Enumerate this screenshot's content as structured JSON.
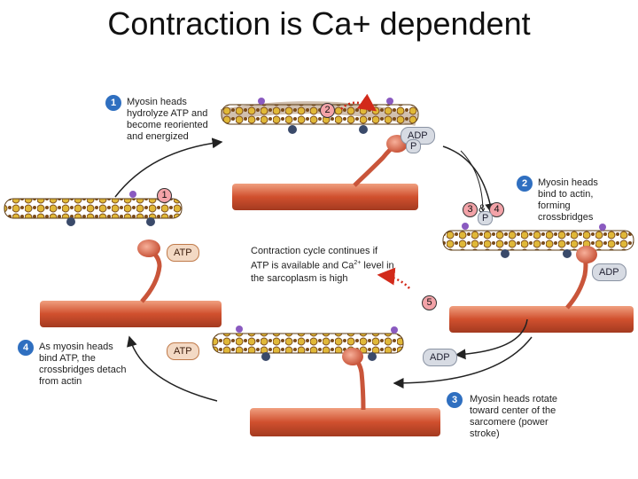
{
  "title": "Contraction is Ca+ dependent",
  "steps": [
    {
      "num": "1",
      "text": "Myosin heads\nhydrolyze ATP and\nbecome reoriented\nand energized"
    },
    {
      "num": "2",
      "text": "Myosin heads\nbind to actin,\nforming\ncrossbridges"
    },
    {
      "num": "3",
      "text": "Myosin heads rotate\ntoward center of the\nsarcomere (power\nstroke)"
    },
    {
      "num": "4",
      "text": "As myosin heads\nbind ATP, the\ncrossbridges detach\nfrom actin"
    }
  ],
  "center_note": {
    "line1": "Contraction cycle continues if",
    "line2_pre": "ATP is available and Ca",
    "line2_sup": "2+",
    "line2_post": " level in",
    "line3": "the sarcoplasm is high"
  },
  "markers": {
    "m1": "1",
    "m2": "2",
    "m3": "3",
    "amp": "&",
    "m4": "4",
    "m5": "5"
  },
  "molecules": {
    "adp_top": "ADP",
    "p_top": "P",
    "p_right": "P",
    "adp_right": "ADP",
    "adp_bottom": "ADP",
    "atp_left": "ATP",
    "atp_bottom": "ATP"
  },
  "colors": {
    "step_circle": "#2f6fc0",
    "marker_fill": "#f3a3a8",
    "myosin_filament": "#c8a23a",
    "actin_bead": "#7a4a1a",
    "thick_filament": "#d96a4a",
    "arrow": "#222222",
    "dotted_arrow": "#d22a1a"
  }
}
